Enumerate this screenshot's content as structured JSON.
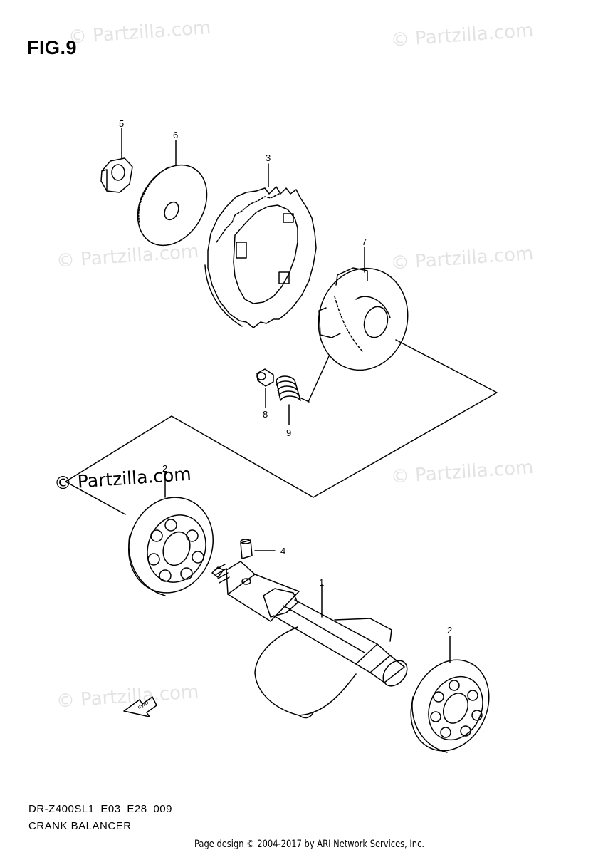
{
  "figure": {
    "title": "FIG.9"
  },
  "watermarks": [
    "© Partzilla.com",
    "© Partzilla.com",
    "© Partzilla.com",
    "© Partzilla.com",
    "© Partzilla.com",
    "© Partzilla.com",
    "© Partzilla.com"
  ],
  "callouts": [
    "5",
    "6",
    "3",
    "7",
    "8",
    "9",
    "2",
    "4",
    "1",
    "2"
  ],
  "fwd_label": "FWD",
  "model_code": "DR-Z400SL1_E03_E28_009",
  "caption": "CRANK BALANCER",
  "footer": "Page design © 2004-2017 by ARI Network Services, Inc.",
  "icons": [
    "nut-icon",
    "washer-icon",
    "gear-icon",
    "bearing-icon",
    "shaft-icon",
    "fwd-arrow-icon"
  ]
}
